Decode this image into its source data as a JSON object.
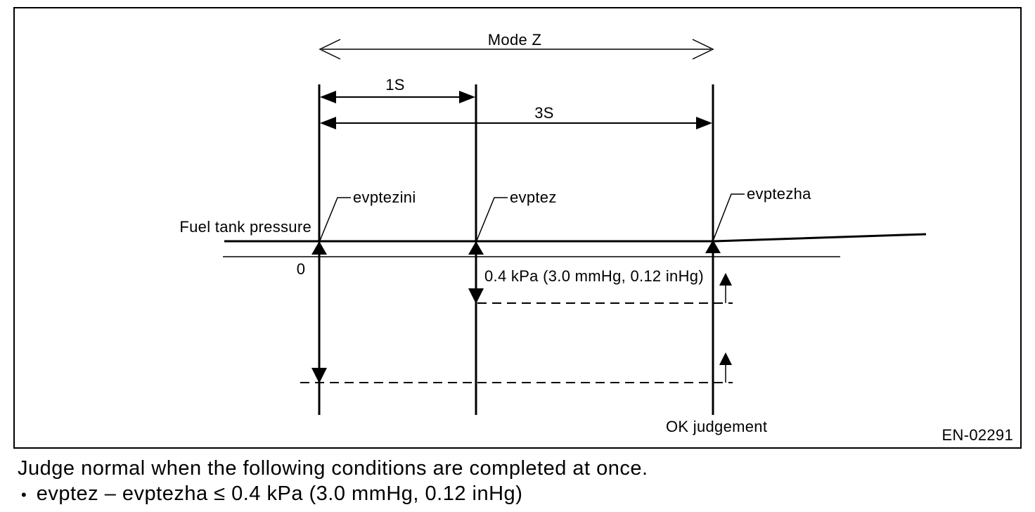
{
  "figure": {
    "id_label": "EN-02291",
    "mode_label": "Mode Z",
    "interval_short_label": "1S",
    "interval_long_label": "3S",
    "axis_label": "Fuel tank pressure",
    "zero_label": "0",
    "marker_initial_label": "evptezini",
    "marker_mid_label": "evptez",
    "marker_end_label": "evptezha",
    "threshold_label": "0.4 kPa (3.0 mmHg, 0.12 inHg)",
    "ok_label": "OK judgement"
  },
  "caption": {
    "line1": "Judge normal when the following conditions are completed at once.",
    "bullet_marker": "•",
    "bullet_text": "evptez – evptezha ≤ 0.4 kPa (3.0 mmHg, 0.12 inHg)"
  },
  "colors": {
    "ink": "#000000",
    "paper": "#ffffff"
  }
}
